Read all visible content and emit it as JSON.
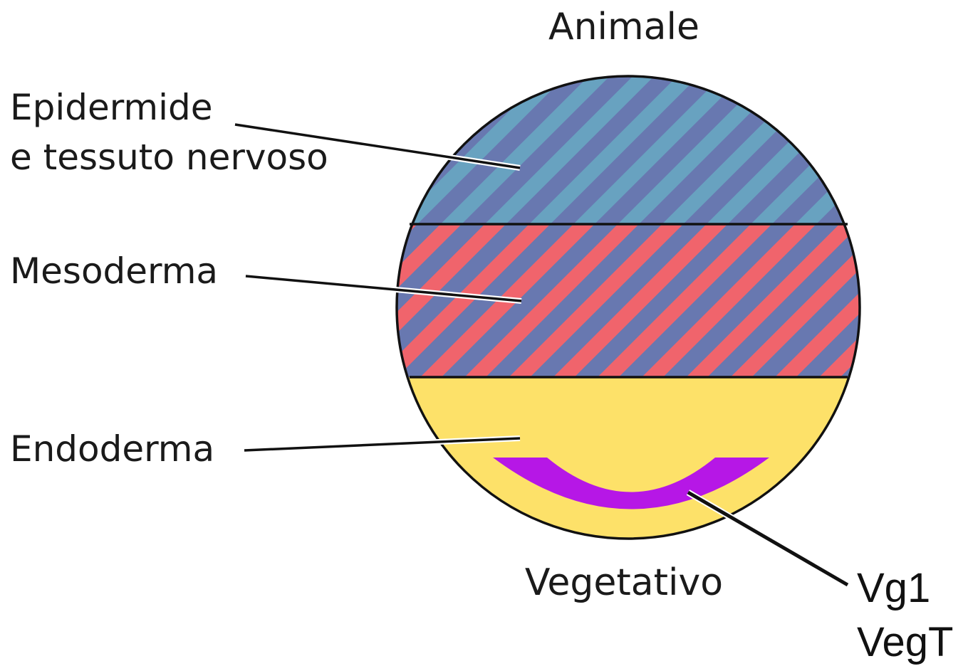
{
  "poles": {
    "top": "Animale",
    "bottom": "Vegetativo"
  },
  "layers": {
    "epidermis_line1": "Epidermide",
    "epidermis_line2": "e tessuto nervoso",
    "mesoderm": "Mesoderma",
    "endoderm": "Endoderma"
  },
  "genes": {
    "line1": "Vg1",
    "line2": "VegT"
  },
  "colors": {
    "stripe_dark": "#6878b0",
    "epidermis_light": "#68a2c0",
    "mesoderm_light": "#f0646c",
    "endoderm": "#fde169",
    "vg1_band": "#b617e6",
    "outline": "#111111"
  }
}
